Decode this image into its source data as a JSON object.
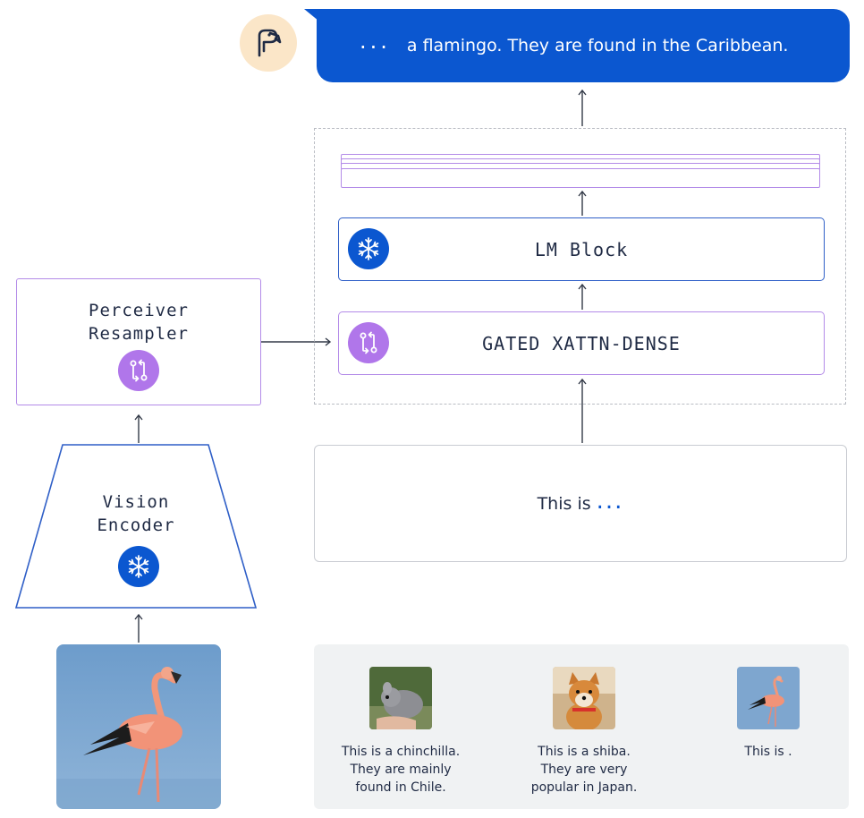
{
  "output": {
    "dots": "...",
    "text": "a flamingo. They are found in the Caribbean."
  },
  "blocks": {
    "lm_block": "LM Block",
    "gated_xattn": "GATED XATTN-DENSE",
    "perceiver_line1": "Perceiver",
    "perceiver_line2": "Resampler",
    "encoder_line1": "Vision",
    "encoder_line2": "Encoder"
  },
  "input": {
    "text": "This is",
    "dots": "..."
  },
  "examples": [
    {
      "caption_lines": [
        "This is a chinchilla.",
        "They are mainly",
        "found in Chile."
      ]
    },
    {
      "caption_lines": [
        "This is a shiba.",
        "They are very",
        "popular in Japan."
      ]
    },
    {
      "caption_lines": [
        "This is ."
      ]
    }
  ],
  "icons": {
    "frozen": "snowflake-icon",
    "trainable": "trainable-loop-icon",
    "avatar": "flamingo-logo-icon"
  },
  "colors": {
    "frozen_blue": "#0b57d0",
    "trainable_purple": "#b076ea",
    "avatar_bg": "#fbe6c8"
  }
}
